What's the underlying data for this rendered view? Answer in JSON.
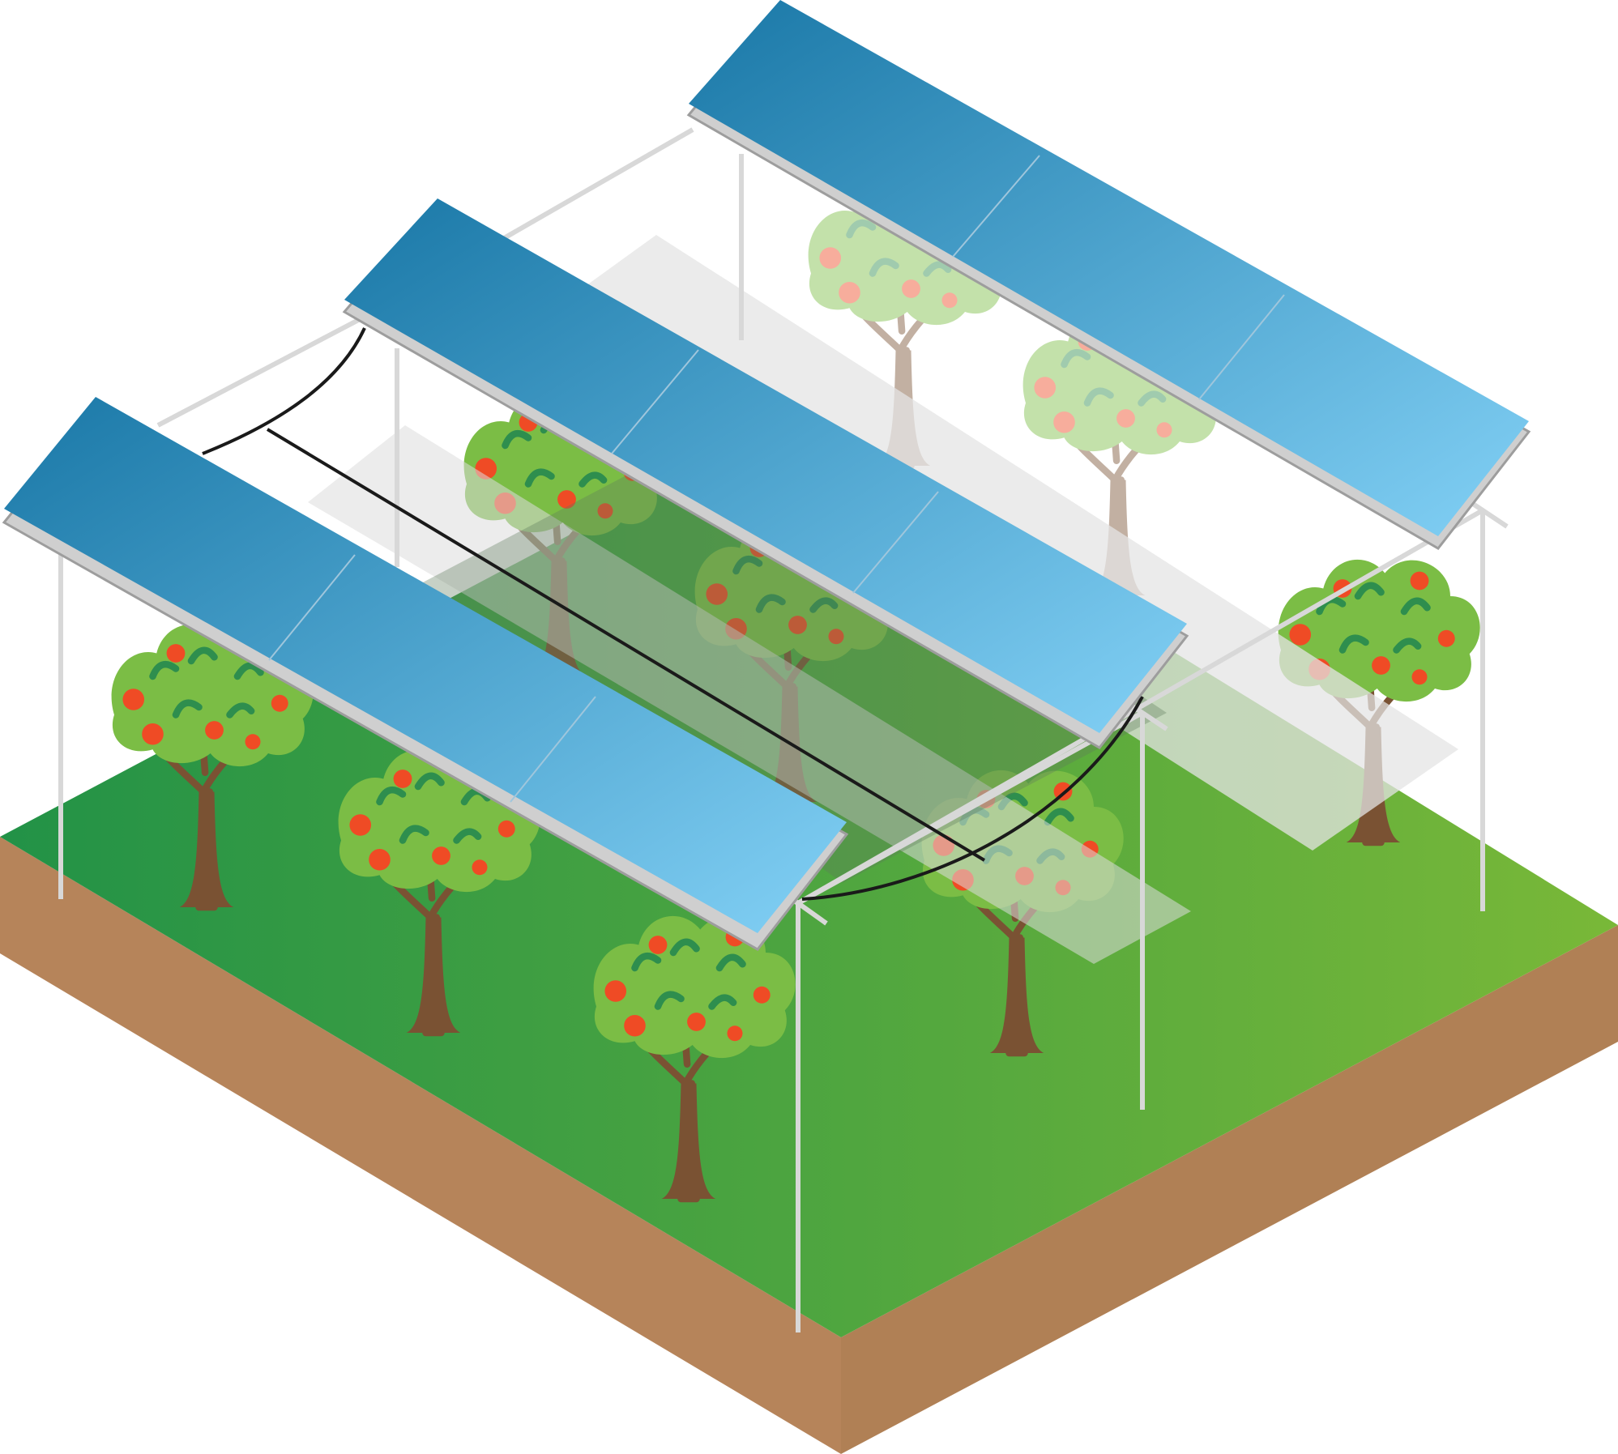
{
  "scene": {
    "subject": "agrivoltaic-orchard",
    "colors": {
      "soil": "#b6845a",
      "grass_dark": "#229247",
      "grass_light": "#79b838",
      "panel_dark": "#1a78a7",
      "panel_light": "#82d0f5",
      "frame": "#d8d8d8",
      "frame_edge": "#9d9d9d",
      "trunk": "#7a5233",
      "foliage": "#7bbd45",
      "foliage_dark": "#2e8e4e",
      "apple": "#ef4b25",
      "cable": "#1a1a1a"
    },
    "panel_rows": 3,
    "modules_per_row": 3,
    "trees": 9
  }
}
